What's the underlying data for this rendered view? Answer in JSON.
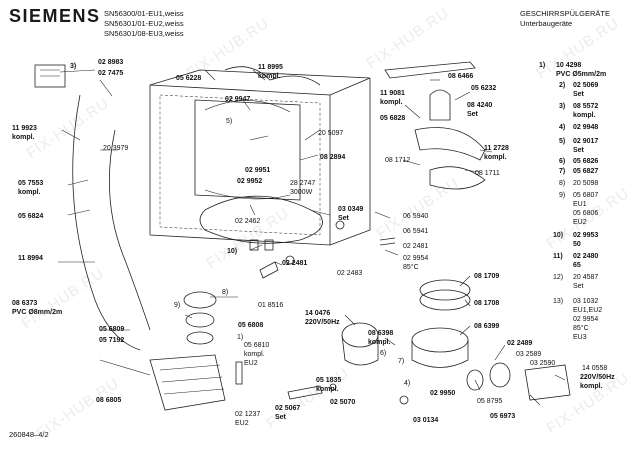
{
  "brand": "SIEMENS",
  "models": [
    "SN56300/01-EU1,weiss",
    "SN56301/01-EU2,weiss",
    "SN56301/08-EU3,weiss"
  ],
  "title": "GESCHIRRSPÜLGERÄTE",
  "subtitle": "Unterbaugeräte",
  "doc_number": "260848–4/2",
  "watermark": "FIX-HUB.RU",
  "diagram_labels": {
    "l_3": "3)",
    "l_02_8983": "02 8983",
    "l_02_7475": "02 7475",
    "l_05_6228": "05 6228",
    "l_11_8995": "11 8995",
    "l_kompl_a": "kompl.",
    "l_02_9947": "02 9947",
    "l_5": "5)",
    "l_20_5097": "20 5097",
    "l_08_2894": "08 2894",
    "l_11_9923": "11 9923",
    "l_kompl_b": "kompl.",
    "l_20_3979": "20 3979",
    "l_02_9951": "02 9951",
    "l_02_9952": "02 9952",
    "l_05_7553": "05 7553",
    "l_kompl_c": "kompl.",
    "l_05_6824": "05 6824",
    "l_28_2747": "28 2747",
    "l_3000w": "3000W",
    "l_03_0349": "03 0349",
    "l_set_a": "Set",
    "l_02_2462": "02 2462",
    "l_11_8994": "11 8994",
    "l_10": "10)",
    "l_02_2481_a": "02 2481",
    "l_08_6373": "08 6373",
    "l_pvc8": "PVC Ø8mm/2m",
    "l_8": "8)",
    "l_01_8516": "01 8516",
    "l_9": "9)",
    "l_05_6809": "05 6809",
    "l_05_7192": "05 7192",
    "l_05_6808": "05 6808",
    "l_1": "1)",
    "l_05_6810": "05 6810",
    "l_kompl_d": "kompl.",
    "l_eu2_a": "EU2",
    "l_08_6805": "08 6805",
    "l_02_1237": "02 1237",
    "l_eu2_b": "EU2",
    "l_02_5067": "02 5067",
    "l_set_b": "Set",
    "l_05_1835": "05 1835",
    "l_kompl_e": "kompl.",
    "l_02_5070": "02 5070",
    "l_08_6466": "08 6466",
    "l_11_9081": "11 9081",
    "l_kompl_f": "kompl.",
    "l_05_6232": "05 6232",
    "l_08_4240": "08 4240",
    "l_set_c": "Set",
    "l_05_6828": "05 6828",
    "l_11_2728": "11 2728",
    "l_kompl_g": "kompl.",
    "l_08_1712": "08 1712",
    "l_08_1711": "08 1711",
    "l_06_5940": "06 5940",
    "l_06_5941": "06 5941",
    "l_02_2481_b": "02 2481",
    "l_02_9954_a": "02 9954",
    "l_85c_a": "85°C",
    "l_02_2483": "02 2483",
    "l_08_1709": "08 1709",
    "l_14_0476": "14 0476",
    "l_220v_a": "220V/50Hz",
    "l_08_1708": "08 1708",
    "l_08_6398": "08 6398",
    "l_kompl_h": "kompl.",
    "l_08_6399": "08 6399",
    "l_6": "6)",
    "l_7": "7)",
    "l_4": "4)",
    "l_02_2489": "02 2489",
    "l_03_2589": "03 2589",
    "l_03_2590": "03 2590",
    "l_02_9950": "02 9950",
    "l_05_8795": "05 8795",
    "l_03_0134": "03 0134",
    "l_05_6973": "05 6973",
    "l_14_0558": "14 0558",
    "l_220v_b": "220V/50Hz",
    "l_kompl_i": "kompl."
  },
  "legend": [
    {
      "key": "1)",
      "code": "10 4298",
      "note": "PVC Ø5mm/2m",
      "bold": true
    },
    {
      "key": "2)",
      "code": "02 5069",
      "note": "Set",
      "bold": true
    },
    {
      "key": "3)",
      "code": "08 5572",
      "note": "kompl.",
      "bold": true
    },
    {
      "key": "4)",
      "code": "02 9948",
      "note": "",
      "bold": true
    },
    {
      "key": "5)",
      "code": "02 9017",
      "note": "Set",
      "bold": true
    },
    {
      "key": "6)",
      "code": "05 6826",
      "note": "",
      "bold": true
    },
    {
      "key": "7)",
      "code": "05 6827",
      "note": "",
      "bold": true
    },
    {
      "key": "8)",
      "code": "20 5098",
      "note": "",
      "bold": false
    },
    {
      "key": "9)",
      "code": "05 6807",
      "note": "EU1",
      "extra": "05 6806",
      "extra_note": "EU2",
      "bold": false
    },
    {
      "key": "10)",
      "code": "02 9953",
      "note": "50",
      "bold": true
    },
    {
      "key": "11)",
      "code": "02 2480",
      "note": "65",
      "bold": true
    },
    {
      "key": "12)",
      "code": "20 4587",
      "note": "Set",
      "bold": false
    },
    {
      "key": "13)",
      "code": "03 1032",
      "note": "EU1,EU2",
      "extra": "02 9954",
      "extra_note": "85°C",
      "extra2": "EU3",
      "bold": false
    }
  ]
}
